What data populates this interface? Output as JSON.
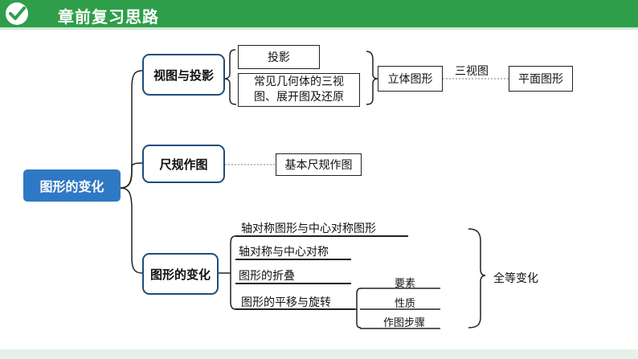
{
  "header": {
    "title": "章前复习思路",
    "icon": "check-icon",
    "color": "#2e9e4a"
  },
  "root": {
    "label": "图形的变化",
    "color": "#2f78c4"
  },
  "branches": {
    "b1": {
      "label": "视图与投影"
    },
    "b2": {
      "label": "尺规作图"
    },
    "b3": {
      "label": "图形的变化"
    }
  },
  "b1_items": {
    "projection": "投影",
    "views_line1": "常见几何体的三视",
    "views_line2": "图、展开图及还原",
    "solid": "立体图形",
    "three_views": "三视图",
    "plane": "平面图形"
  },
  "b2_items": {
    "basic": "基本尺规作图"
  },
  "b3_items": {
    "axis_center_figures": "轴对称图形与中心对称图形",
    "axis_center": "轴对称与中心对称",
    "folding": "图形的折叠",
    "translate_rotate": "图形的平移与旋转",
    "elements": "要素",
    "properties": "性质",
    "steps": "作图步骤",
    "congruent": "全等变化"
  }
}
